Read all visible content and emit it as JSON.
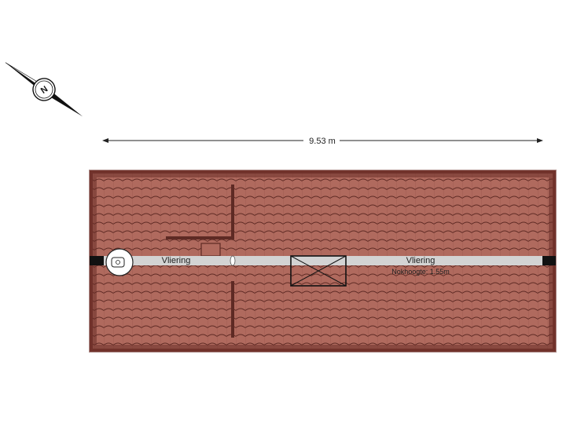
{
  "compass": {
    "letter": "N",
    "icon": "compass-icon"
  },
  "dimension": {
    "width_label": "9.53 m"
  },
  "rooms": [
    {
      "name": "Vliering",
      "sub": ""
    },
    {
      "name": "Vliering",
      "sub": "Nokhoogte: 1.55m"
    }
  ],
  "colors": {
    "roof_tile": "#b06a5e",
    "roof_edge": "#7a3830",
    "ridge": "#d3d3d3",
    "line": "#111111"
  }
}
